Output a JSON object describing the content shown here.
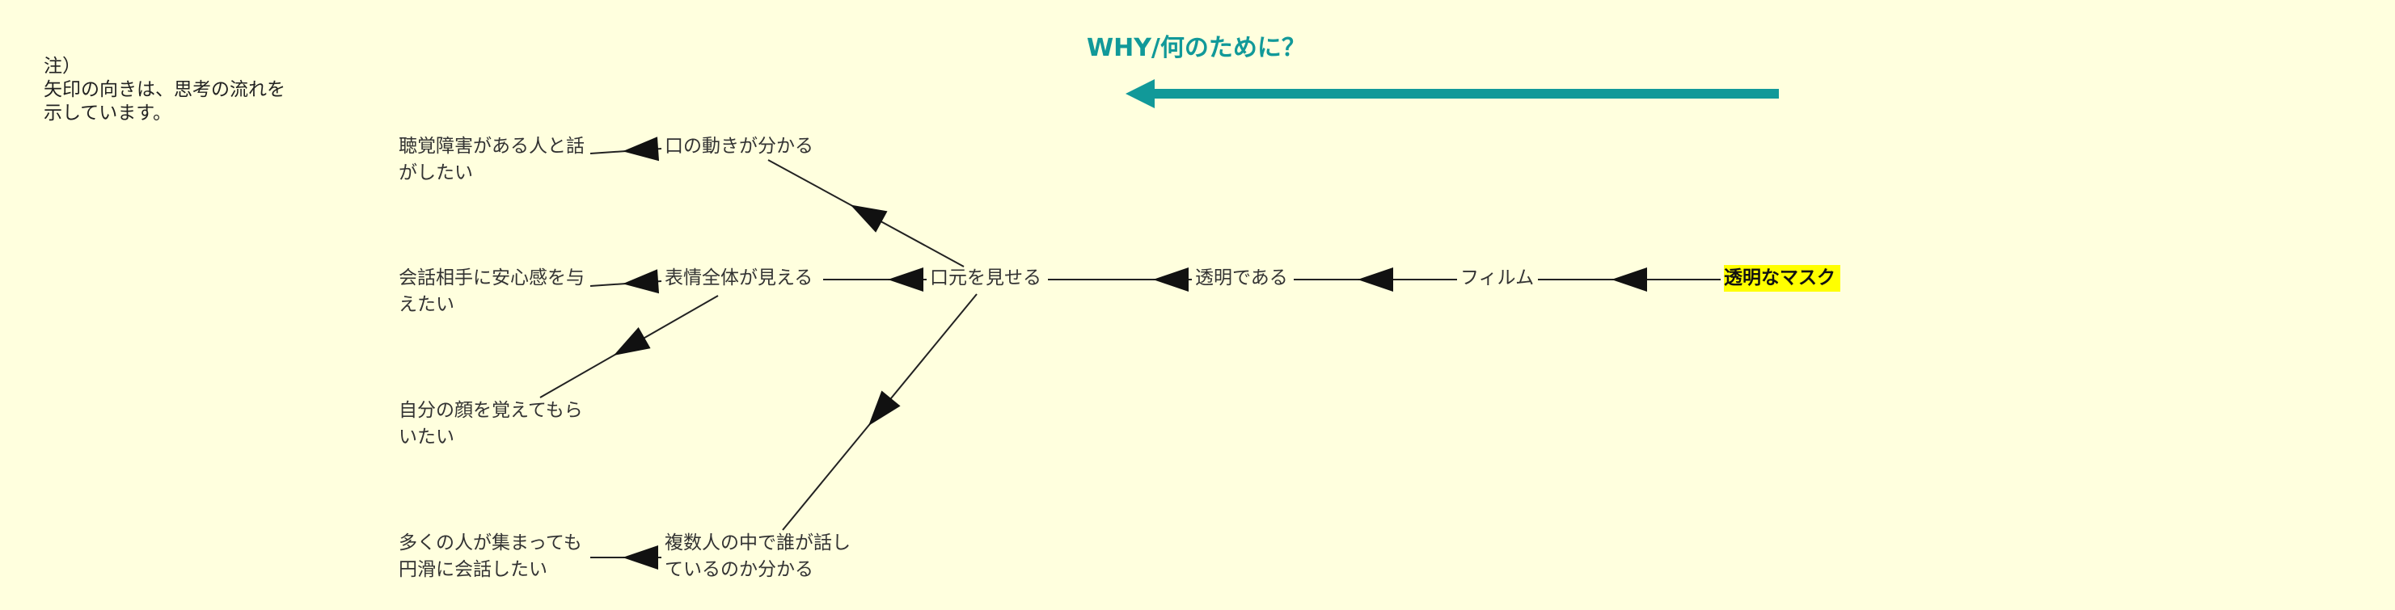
{
  "note": {
    "lines": [
      "注）",
      "矢印の向きは、思考の流れを",
      "示しています。"
    ]
  },
  "why_title": "WHY/何のために？",
  "colors": {
    "background": "#ffffde",
    "accent": "#119999",
    "highlight": "#ffff00",
    "line": "#222222",
    "text": "#333333"
  },
  "nodes": [
    {
      "id": "mask",
      "text": "透明なマスク",
      "highlight": true
    },
    {
      "id": "film",
      "text": "フィルム"
    },
    {
      "id": "clear",
      "text": "透明である"
    },
    {
      "id": "mouth",
      "text": "口元を見せる"
    },
    {
      "id": "lips",
      "text": "口の動きが分かる"
    },
    {
      "id": "face",
      "text": "表情全体が見える"
    },
    {
      "id": "speaker",
      "text": "複数人の中で誰が話しているのか分かる"
    },
    {
      "id": "hearing",
      "text": "聴覚障害がある人と話がしたい"
    },
    {
      "id": "reassure",
      "text": "会話相手に安心感を与えたい"
    },
    {
      "id": "remember",
      "text": "自分の顔を覚えてもらいたい"
    },
    {
      "id": "crowd",
      "text": "多くの人が集まっても円滑に会話したい"
    }
  ],
  "edges": [
    {
      "from": "mask",
      "to": "film"
    },
    {
      "from": "film",
      "to": "clear"
    },
    {
      "from": "clear",
      "to": "mouth"
    },
    {
      "from": "mouth",
      "to": "lips"
    },
    {
      "from": "mouth",
      "to": "face"
    },
    {
      "from": "mouth",
      "to": "speaker"
    },
    {
      "from": "lips",
      "to": "hearing"
    },
    {
      "from": "face",
      "to": "reassure"
    },
    {
      "from": "face",
      "to": "remember"
    },
    {
      "from": "speaker",
      "to": "crowd"
    }
  ]
}
